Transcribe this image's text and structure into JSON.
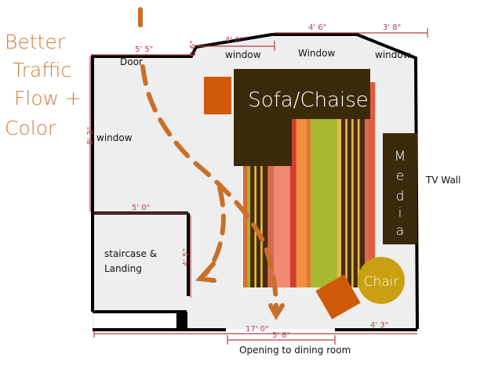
{
  "title_lines": [
    "Better",
    "Traffic",
    "Flow +",
    "Color"
  ],
  "labels": {
    "door": "Door",
    "window_left": "window",
    "window_top1": "window",
    "window_top2": "Window",
    "window_top3": "window",
    "tv_wall": "TV Wall",
    "staircase_line1": "staircase &",
    "staircase_line2": "Landing",
    "opening": "Opening to dining room"
  },
  "furniture": {
    "sofa": "Sofa/Chaise",
    "media": [
      "M",
      "e",
      "d",
      "i",
      "a"
    ],
    "chair": "Chair"
  },
  "dimensions": {
    "top_left": "5' 5\"",
    "jog": "0.6\"",
    "top_seg1": "4' 0\"",
    "top_seg2": "4' 6\"",
    "top_seg3": "3' 8\"",
    "left": "8' 3\"",
    "stair_width": "5' 0\"",
    "stair_depth": "4' 5\"",
    "bottom_total": "17' 0\"",
    "opening_width": "5' 8\"",
    "bottom_right": "4' 3\""
  },
  "colors": {
    "wall": "#000000",
    "floor": "#eeeeee",
    "dimension": "#b0404e",
    "arrow": "#c8702a",
    "sofa": "#3a2a0a",
    "ottoman": "#d05a08",
    "chair": "#c8a012"
  }
}
